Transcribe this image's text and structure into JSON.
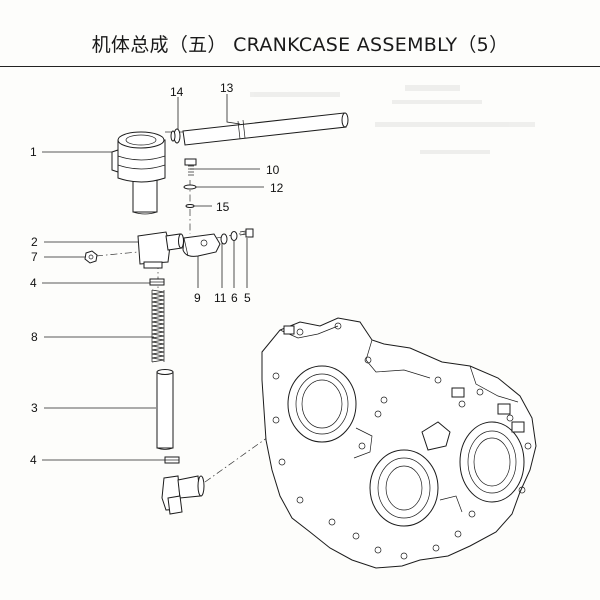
{
  "title": "机体总成（五） CRANKCASE ASSEMBLY（5）",
  "callouts": [
    "1",
    "2",
    "7",
    "4",
    "8",
    "3",
    "4",
    "14",
    "13",
    "10",
    "12",
    "15",
    "9",
    "11",
    "6",
    "5"
  ],
  "colors": {
    "line": "#1c1c1c",
    "background": "#fdfdfb"
  }
}
